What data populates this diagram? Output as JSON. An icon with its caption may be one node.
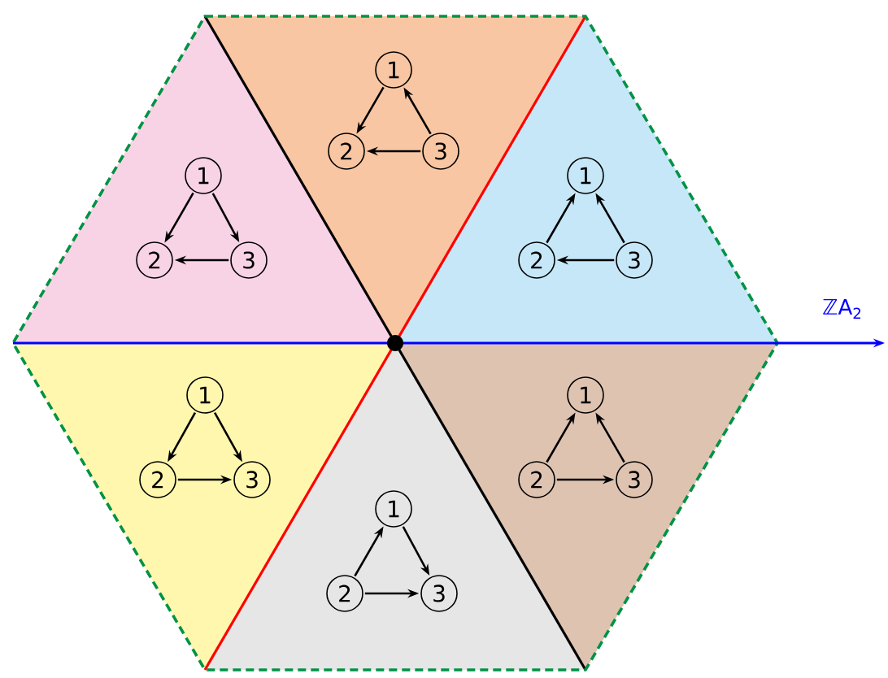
{
  "diagram": {
    "nodes": [
      {
        "text": [
          "1"
        ]
      },
      {
        "text": [
          "2"
        ]
      },
      {
        "text": [
          "3"
        ]
      },
      {
        "text": [
          "1"
        ]
      },
      {
        "text": [
          "2"
        ]
      },
      {
        "text": [
          "3"
        ]
      },
      {
        "text": [
          "1"
        ]
      },
      {
        "text": [
          "2"
        ]
      },
      {
        "text": [
          "3"
        ]
      },
      {
        "text": [
          "1"
        ]
      },
      {
        "text": [
          "2"
        ]
      },
      {
        "text": [
          "3"
        ]
      },
      {
        "text": [
          "1"
        ]
      },
      {
        "text": [
          "2"
        ]
      },
      {
        "text": [
          "3"
        ]
      },
      {
        "text": [
          "1"
        ]
      },
      {
        "text": [
          "2"
        ]
      },
      {
        "text": [
          "3"
        ]
      }
    ],
    "edges": [
      {
        "from": 0,
        "to": 1,
        "arrow": "to"
      },
      {
        "from": 2,
        "to": 0,
        "arrow": "to"
      },
      {
        "from": 2,
        "to": 1,
        "arrow": "to"
      },
      {
        "from": 3,
        "to": 4,
        "arrow": "to"
      },
      {
        "from": 3,
        "to": 5,
        "arrow": "to"
      },
      {
        "from": 5,
        "to": 4,
        "arrow": "to"
      },
      {
        "from": 7,
        "to": 6,
        "arrow": "to"
      },
      {
        "from": 8,
        "to": 6,
        "arrow": "to"
      },
      {
        "from": 8,
        "to": 7,
        "arrow": "to"
      },
      {
        "from": 9,
        "to": 10,
        "arrow": "to"
      },
      {
        "from": 9,
        "to": 11,
        "arrow": "to"
      },
      {
        "from": 10,
        "to": 11,
        "arrow": "to"
      },
      {
        "from": 13,
        "to": 12,
        "arrow": "to"
      },
      {
        "from": 14,
        "to": 12,
        "arrow": "to"
      },
      {
        "from": 13,
        "to": 14,
        "arrow": "to"
      },
      {
        "from": 16,
        "to": 15,
        "arrow": "to"
      },
      {
        "from": 15,
        "to": 17,
        "arrow": "to"
      },
      {
        "from": 16,
        "to": 17,
        "arrow": "to"
      }
    ],
    "labels": [
      "ℤA$_{2}$"
    ]
  }
}
